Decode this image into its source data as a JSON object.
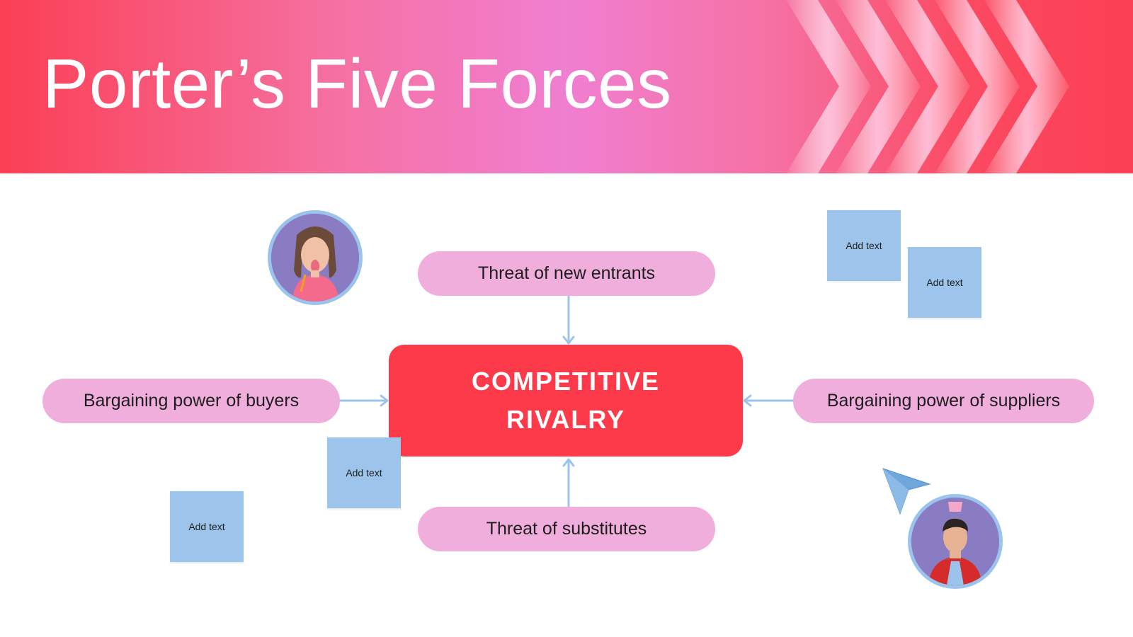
{
  "header": {
    "title": "Porter’s Five Forces"
  },
  "diagram": {
    "center": "COMPETITIVE RIVALRY",
    "forces": {
      "top": "Threat of new entrants",
      "bottom": "Threat of substitutes",
      "left": "Bargaining power of buyers",
      "right": "Bargaining power of suppliers"
    },
    "sticky_notes": [
      "Add text",
      "Add text",
      "Add text",
      "Add text"
    ]
  },
  "colors": {
    "header_red": "#fb3f54",
    "header_pink": "#f07ed1",
    "pill": "#f0aedc",
    "center": "#fc3a49",
    "sticky": "#9dc5ec",
    "connector": "#9cc3ec"
  },
  "icons": [
    "chevron-pattern-icon",
    "cursor-pointer-icon",
    "arrow-icon"
  ]
}
